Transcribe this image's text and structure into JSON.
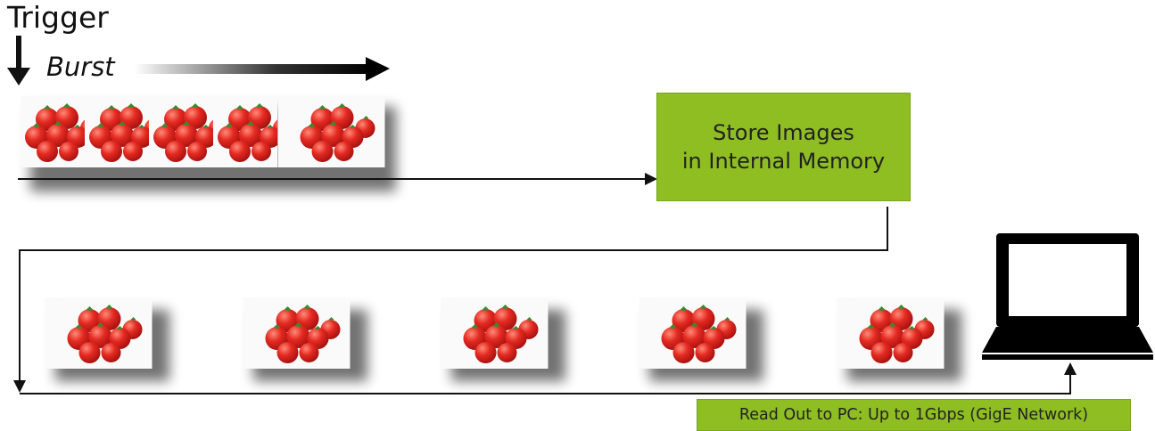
{
  "labels": {
    "trigger": "Trigger",
    "burst": "Burst"
  },
  "store_box": {
    "text": "Store Images\nin Internal Memory",
    "color": "#8fbe23"
  },
  "readout_box": {
    "text": "Read Out to PC: Up to 1Gbps (GigE Network)",
    "color": "#8fbe23"
  },
  "icons": [
    "tomato-photo",
    "laptop-icon",
    "arrow-down-icon",
    "arrow-right-icon"
  ],
  "colors": {
    "line": "#111111",
    "tomato": "#d9231f",
    "leaf": "#3c8a2e"
  }
}
